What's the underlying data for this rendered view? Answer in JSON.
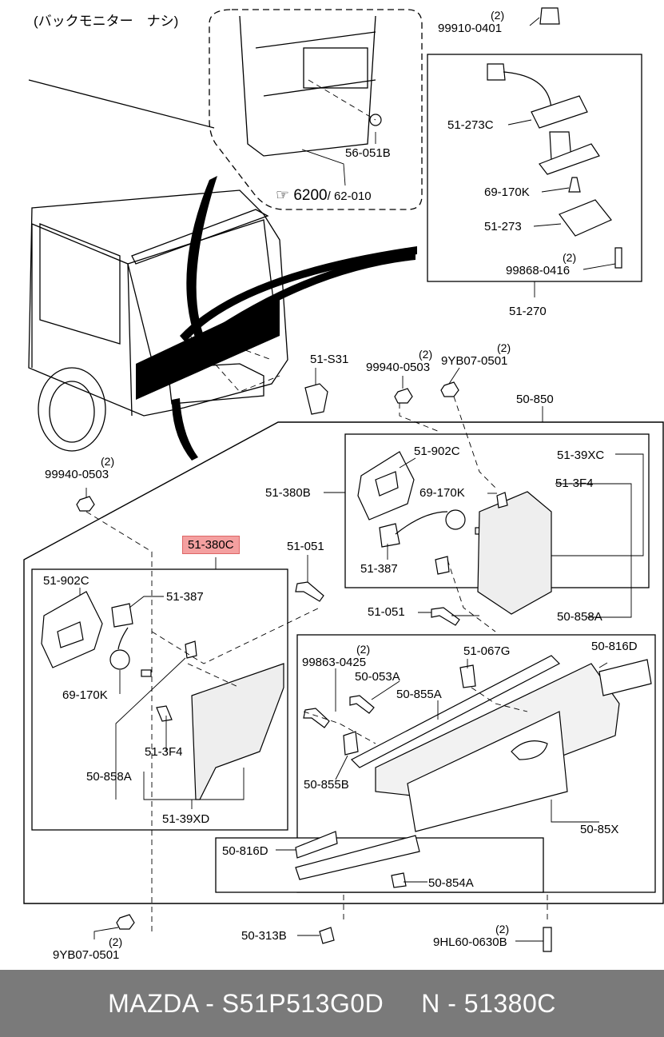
{
  "header_note": "(バックモニター　ナシ)",
  "labels": {
    "p99910_0401": "99910-0401",
    "p51_273C": "51-273C",
    "p69_170K_top": "69-170K",
    "p51_273": "51-273",
    "p99868_0416": "99868-0416",
    "p51_270": "51-270",
    "p56_051B": "56-051B",
    "ref_6200": "6200",
    "ref_62_010": "/ 62-010",
    "p51_S31": "51-S31",
    "p99940_0503_mid": "99940-0503",
    "p9YB07_0501_top": "9YB07-0501",
    "p50_850": "50-850",
    "p51_902C_mid": "51-902C",
    "p51_39XC": "51-39XC",
    "p51_380B": "51-380B",
    "p69_170K_mid": "69-170K",
    "p51_3F4_mid": "51-3F4",
    "p51_387_mid": "51-387",
    "p50_858A_mid": "50-858A",
    "p51_051_mid": "51-051",
    "p99940_0503_left": "99940-0503",
    "p51_380C": "51-380C",
    "p51_051_top": "51-051",
    "p51_902C_left": "51-902C",
    "p51_387_left": "51-387",
    "p69_170K_left": "69-170K",
    "p51_3F4_left": "51-3F4",
    "p50_858A_left": "50-858A",
    "p51_39XD": "51-39XD",
    "p99863_0425": "99863-0425",
    "p50_053A": "50-053A",
    "p51_067G": "51-067G",
    "p50_816D_right": "50-816D",
    "p50_855A": "50-855A",
    "p50_855B": "50-855B",
    "p50_85X": "50-85X",
    "p50_816D_left": "50-816D",
    "p50_854A": "50-854A",
    "p50_313B": "50-313B",
    "p9HL60_0630B": "9HL60-0630B",
    "p9YB07_0501_bottom": "9YB07-0501"
  },
  "qty_two": "(2)",
  "footer_text": "MAZDA - S51P513G0D     N - 51380C"
}
